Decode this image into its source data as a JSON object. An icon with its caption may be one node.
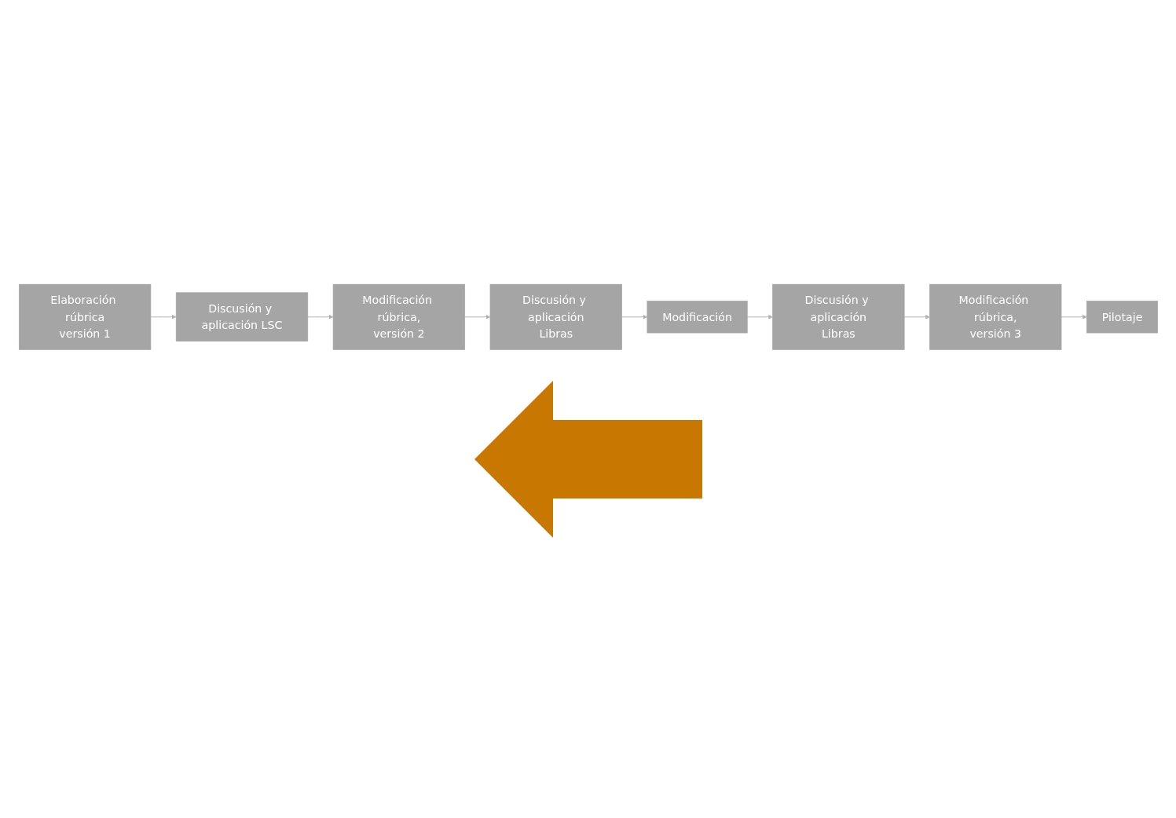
{
  "diagram": {
    "nodes": [
      {
        "text": [
          "Elaboración rúbrica",
          "versión 1"
        ]
      },
      {
        "text": [
          "Discusión y aplicación LSC"
        ]
      },
      {
        "text": [
          "Modificación rúbrica,",
          "versión 2"
        ]
      },
      {
        "text": [
          "Discusión y aplicación",
          "Libras"
        ]
      },
      {
        "text": [
          "Modificación"
        ]
      },
      {
        "text": [
          "Discusión y aplicación",
          "Libras"
        ]
      },
      {
        "text": [
          "Modificación rúbrica,",
          "versión 3"
        ]
      },
      {
        "text": [
          "Pilotaje"
        ]
      }
    ],
    "edges": [
      {
        "from": 0,
        "to": 1,
        "arrow": "to"
      },
      {
        "from": 1,
        "to": 2,
        "arrow": "to"
      },
      {
        "from": 2,
        "to": 3,
        "arrow": "to"
      },
      {
        "from": 3,
        "to": 4,
        "arrow": "to"
      },
      {
        "from": 4,
        "to": 5,
        "arrow": "to"
      },
      {
        "from": 5,
        "to": 6,
        "arrow": "to"
      },
      {
        "from": 6,
        "to": 7,
        "arrow": "to"
      }
    ]
  }
}
